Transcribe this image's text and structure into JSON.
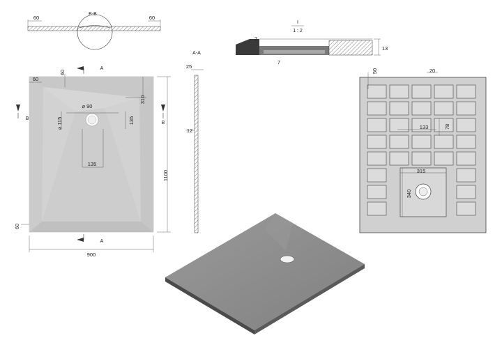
{
  "section_b": {
    "title": "B-B",
    "dim_left": "60",
    "dim_right": "60"
  },
  "detail_1": {
    "title": "I",
    "scale": "1 : 2",
    "dim_2": "2",
    "dim_7": "7",
    "dim_13": "13"
  },
  "plan": {
    "dim_left_60": "60",
    "dim_top_60": "60",
    "dim_90": "⌀ 90",
    "dim_115": "⌀ 115",
    "dim_310": "310",
    "dim_135_v": "135",
    "dim_135_h": "135",
    "dim_60_bottom": "60",
    "dim_1100": "1100",
    "dim_900": "900",
    "label_a_top": "A",
    "label_a_bottom": "A",
    "label_b_left": "B",
    "label_b_right": "B"
  },
  "section_a": {
    "title": "A-A",
    "dim_25": "25",
    "dim_12": "12"
  },
  "underside": {
    "dim_50": "50",
    "dim_20": "20",
    "dim_133": "133",
    "dim_78": "78",
    "dim_315": "315",
    "dim_340": "340"
  },
  "colors": {
    "tray_top": "#d2d2d2",
    "tray_shade": "#c4c4c4",
    "iso_top": "#8c8c8c",
    "iso_edge": "#4a4a4a",
    "rib_bg": "#d0d0d0",
    "dark_fill": "#3a3a3a"
  }
}
